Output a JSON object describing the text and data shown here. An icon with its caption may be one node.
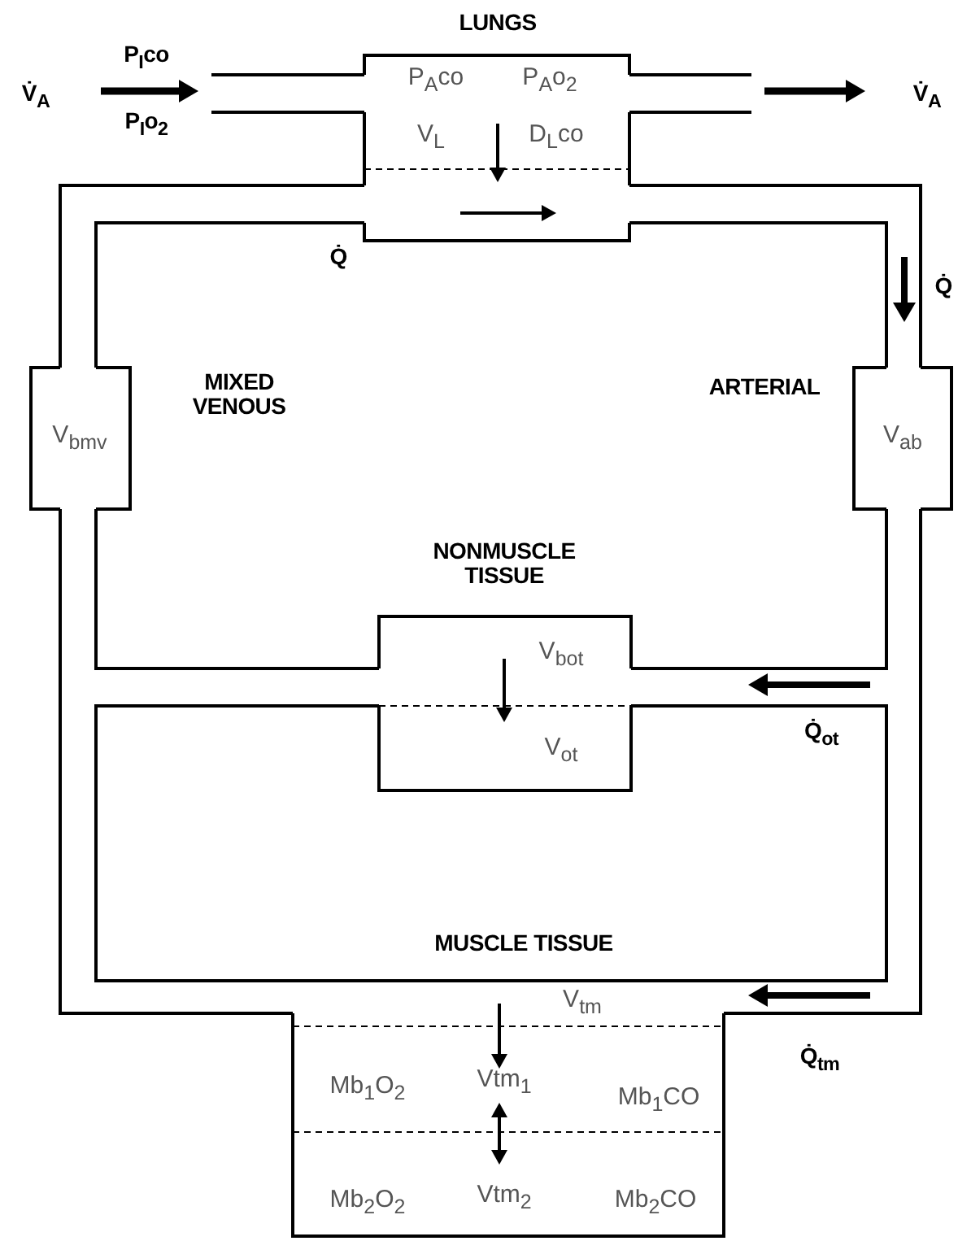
{
  "diagram": {
    "nodes": [
      {
        "text": [
          "LUNGS",
          "P$_{A}$co",
          "P$_{A}$o$_{2}$",
          "V$_{L}$",
          "D$_{L}$co"
        ]
      },
      {
        "text": [
          "V$_{bmv}$"
        ]
      },
      {
        "text": [
          "V$_{ab}$"
        ]
      },
      {
        "text": [
          "NONMUSCLE TISSUE",
          "V$_{bot}$",
          "V$_{ot}$"
        ]
      },
      {
        "text": [
          "MUSCLE TISSUE",
          "V$_{tm}$",
          "Mb$_{1}$O$_{2}$",
          "Vtm$_{1}$",
          "Mb$_{1}$CO",
          "Mb$_{2}$O$_{2}$",
          "Vtm$_{2}$",
          "Mb$_{2}$CO"
        ]
      }
    ],
    "labels": [
      "V̇$_{A}$",
      "P$_{I}$co",
      "P$_{I}$o$_{2}$",
      "V̇$_{A}$",
      "Q̇",
      "MIXED VENOUS",
      "ARTERIAL",
      "Q̇",
      "Q̇$_{ot}$",
      "Q̇$_{tm}$"
    ]
  }
}
